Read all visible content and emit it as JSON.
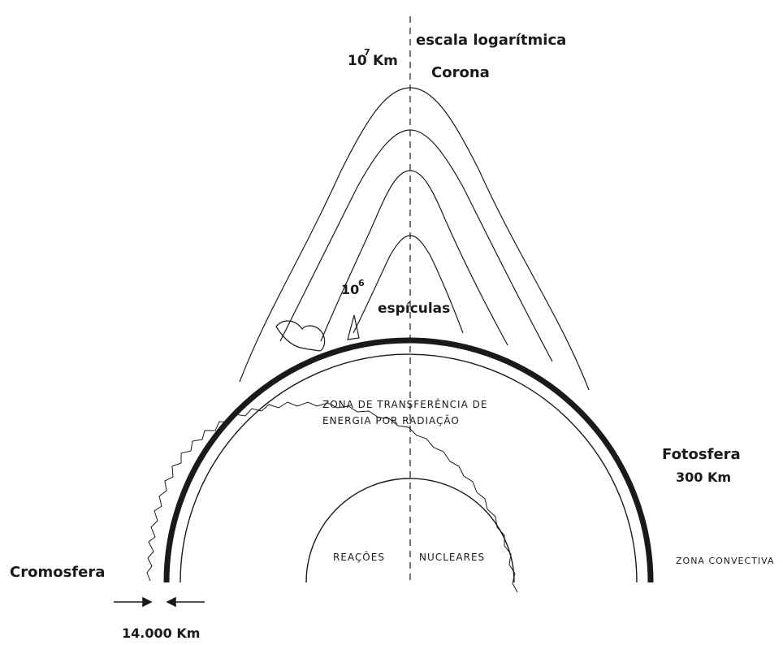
{
  "labels": {
    "log_scale": "escala logarítmica",
    "ten_seven_base": "10",
    "ten_seven_exp": "7",
    "ten_seven_unit": "Km",
    "corona": "Corona",
    "ten_six_base": "10",
    "ten_six_exp": "6",
    "spicules": "espículas",
    "radiation_zone_line1": "ZONA DE TRANSFERÊNCIA DE",
    "radiation_zone_line2": "ENERGIA POR RADIAÇÃO",
    "photosphere": "Fotosfera",
    "photosphere_thickness": "300 Km",
    "nuclear_left": "REAÇÕES",
    "nuclear_right": "NUCLEARES",
    "convective_zone": "ZONA CONVECTIVA",
    "chromosphere": "Cromosfera",
    "chromosphere_thickness": "14.000 Km"
  },
  "colors": {
    "ink": "#1a1a1a",
    "background": "#ffffff"
  }
}
